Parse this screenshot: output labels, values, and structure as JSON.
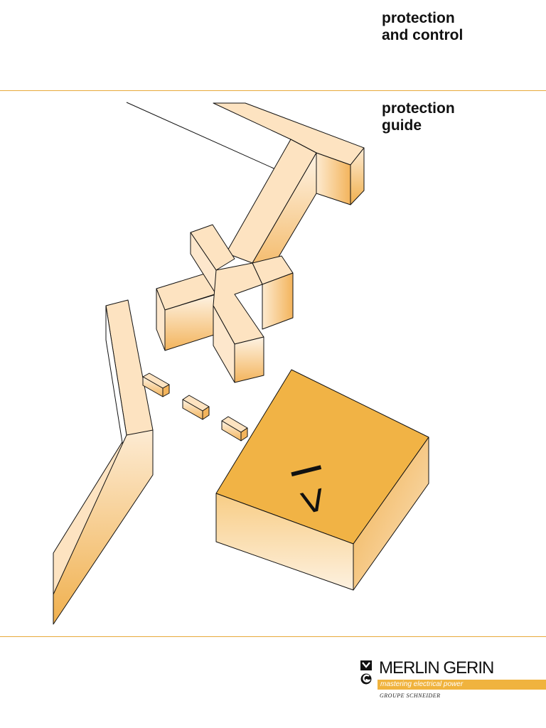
{
  "header": {
    "section_title": [
      "protection",
      "and control"
    ],
    "document_title": [
      "protection",
      "guide"
    ]
  },
  "illustration": {
    "symbol": "I >",
    "colors": {
      "pale_fill": "#fde3c1",
      "shade_light": "#fdeacf",
      "shade_dark": "#f3b45c",
      "block_top": "#f1b345",
      "outline": "#111111",
      "rule": "#e8a93a"
    }
  },
  "brand": {
    "logo_icon": "merlin-gerin-mg-logo",
    "name": "MERLIN GERIN",
    "tagline": "mastering electrical power",
    "group": "GROUPE SCHNEIDER",
    "accent": "#f0b33e"
  }
}
